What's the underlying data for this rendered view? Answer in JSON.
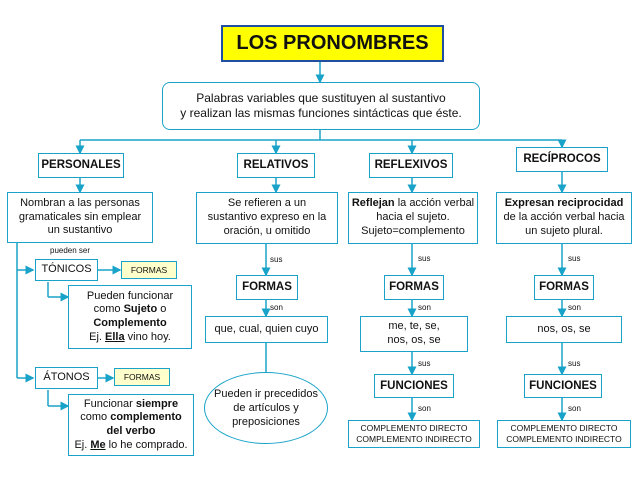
{
  "title": "LOS PRONOMBRES",
  "definition": {
    "line1": "Palabras variables que sustituyen al sustantivo",
    "line2": "y realizan las mismas funciones sintácticas que éste."
  },
  "personales": {
    "heading": "PERSONALES",
    "description": [
      "Nombran a las personas",
      "gramaticales sin emplear",
      "un sustantivo"
    ],
    "pueden_ser": "pueden  ser",
    "tonicos": {
      "label": "TÓNICOS",
      "formas": "FORMAS",
      "text_a": "Pueden funcionar",
      "text_b": "como ",
      "text_sujeto": "Sujeto",
      "text_o": " o",
      "text_complemento": "Complemento",
      "text_ej": "Ej. ",
      "text_ella": "Ella",
      "text_rest": " vino hoy."
    },
    "atonos": {
      "label": "ÁTONOS",
      "formas": "FORMAS",
      "text_a": "Funcionar ",
      "text_siempre": "siempre",
      "text_como": "como ",
      "text_complemento": "complemento",
      "text_del_verbo": "del verbo",
      "text_ej": "Ej. ",
      "text_me": "Me",
      "text_rest": " lo he comprado."
    }
  },
  "relativos": {
    "heading": "RELATIVOS",
    "description": [
      "Se refieren a un",
      "sustantivo expreso en la",
      "oración, u omitido"
    ],
    "sus": "sus",
    "formas": "FORMAS",
    "son": "son",
    "forms": "que, cual, quien cuyo",
    "note": [
      "Pueden ir precedidos",
      "de artículos  y",
      "preposiciones"
    ]
  },
  "reflexivos": {
    "heading": "REFLEXIVOS",
    "desc_bold": "Reflejan",
    "desc_rest": " la acción verbal",
    "desc_2": "hacia el sujeto.",
    "desc_3": "Sujeto=complemento",
    "sus": "sus",
    "formas": "FORMAS",
    "son": "son",
    "forms_1": "me, te, se,",
    "forms_2": "nos, os, se",
    "sus2": "sus",
    "funciones": "FUNCIONES",
    "son2": "son",
    "fn_1": "COMPLEMENTO DIRECTO",
    "fn_2": "COMPLEMENTO INDIRECTO"
  },
  "reciprocos": {
    "heading": "RECÍPROCOS",
    "desc_bold": "Expresan reciprocidad",
    "desc_2": "de la acción verbal hacia",
    "desc_3": "un sujeto plural.",
    "sus": "sus",
    "formas": "FORMAS",
    "son": "son",
    "forms": "nos, os, se",
    "sus2": "sus",
    "funciones": "FUNCIONES",
    "son2": "son",
    "fn_1": "COMPLEMENTO DIRECTO",
    "fn_2": "COMPLEMENTO INDIRECTO"
  },
  "colors": {
    "border": "#1aa3c9",
    "title_bg": "#ffff00",
    "title_border": "#1f4ea3",
    "formas_bg": "#ffffcc"
  }
}
